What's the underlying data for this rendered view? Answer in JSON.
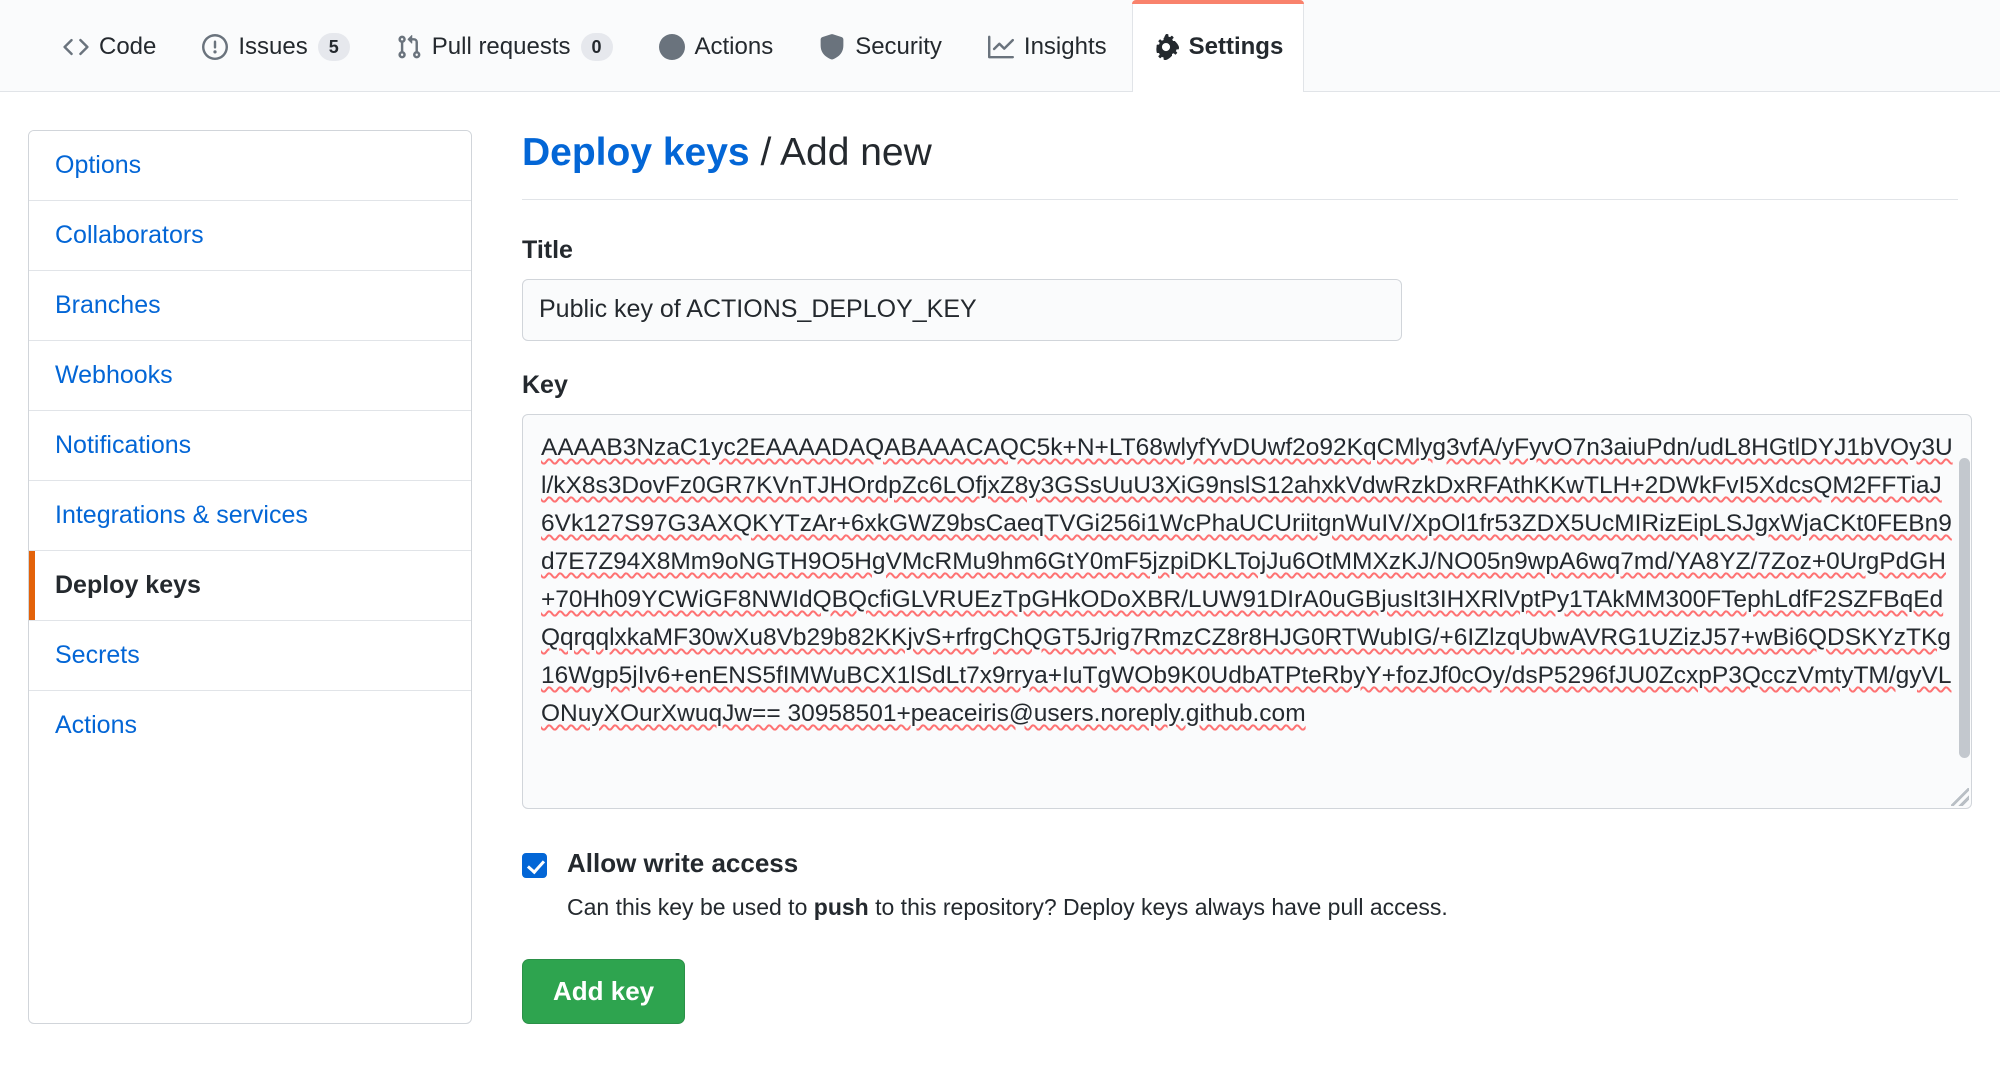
{
  "repo_nav": {
    "tabs": [
      {
        "label": "Code",
        "icon": "code-icon",
        "count": null,
        "selected": false
      },
      {
        "label": "Issues",
        "icon": "issue-opened-icon",
        "count": "5",
        "selected": false
      },
      {
        "label": "Pull requests",
        "icon": "git-pull-request-icon",
        "count": "0",
        "selected": false
      },
      {
        "label": "Actions",
        "icon": "play-icon",
        "count": null,
        "selected": false
      },
      {
        "label": "Security",
        "icon": "shield-icon",
        "count": null,
        "selected": false
      },
      {
        "label": "Insights",
        "icon": "graph-icon",
        "count": null,
        "selected": false
      },
      {
        "label": "Settings",
        "icon": "gear-icon",
        "count": null,
        "selected": true
      }
    ]
  },
  "sidebar": {
    "items": [
      {
        "label": "Options",
        "selected": false
      },
      {
        "label": "Collaborators",
        "selected": false
      },
      {
        "label": "Branches",
        "selected": false
      },
      {
        "label": "Webhooks",
        "selected": false
      },
      {
        "label": "Notifications",
        "selected": false
      },
      {
        "label": "Integrations & services",
        "selected": false
      },
      {
        "label": "Deploy keys",
        "selected": true
      },
      {
        "label": "Secrets",
        "selected": false
      },
      {
        "label": "Actions",
        "selected": false
      }
    ]
  },
  "heading": {
    "link": "Deploy keys",
    "separator": "/",
    "current": "Add new"
  },
  "form": {
    "title_label": "Title",
    "title_value": "Public key of ACTIONS_DEPLOY_KEY",
    "title_placeholder": "",
    "key_label": "Key",
    "key_value": "AAAAB3NzaC1yc2EAAAADAQABAAACAQC5k+N+LT68wlyfYvDUwf2o92KqCMlyg3vfA/yFyvO7n3aiuPdn/udL8HGtlDYJ1bVOy3Ul/kX8s3DovFz0GR7KVnTJHOrdpZc6LOfjxZ8y3GSsUuU3XiG9nslS12ahxkVdwRzkDxRFAthKKwTLH+2DWkFvI5XdcsQM2FFTiaJ6Vk127S97G3AXQKYTzAr+6xkGWZ9bsCaeqTVGi256i1WcPhaUCUriitgnWuIV/XpOl1fr53ZDX5UcMIRizEipLSJgxWjaCKt0FEBn9d7E7Z94X8Mm9oNGTH9O5HgVMcRMu9hm6GtY0mF5jzpiDKLTojJu6OtMMXzKJ/NO05n9wpA6wq7md/YA8YZ/7Zoz+0UrgPdGH+70Hh09YCWiGF8NWIdQBQcfiGLVRUEzTpGHkODoXBR/LUW91DIrA0uGBjusIt3IHXRlVptPy1TAkMM300FTephLdfF2SZFBqEdQqrqqlxkaMF30wXu8Vb29b82KKjvS+rfrgChQGT5Jrig7RmzCZ8r8HJG0RTWubIG/+6IZlzqUbwAVRG1UZizJ57+wBi6QDSKYzTKg16Wgp5jIv6+enENS5fIMWuBCX1lSdLt7x9rrya+IuTgWOb9K0UdbATPteRbyY+fozJf0cOy/dsP5296fJU0ZcxpP3QcczVmtyTM/gyVLONuyXOurXwuqJw== 30958501+peaceiris@users.noreply.github.com",
    "key_placeholder": "",
    "allow_write_label": "Allow write access",
    "allow_write_help_before": "Can this key be used to ",
    "allow_write_help_strong": "push",
    "allow_write_help_after": " to this repository? Deploy keys always have pull access.",
    "submit_label": "Add key"
  },
  "colors": {
    "link": "#0366d6",
    "active_accent": "#e36209",
    "tab_accent": "#f9826c",
    "button_green": "#2ea44f",
    "border": "#d1d5da",
    "text": "#24292e"
  }
}
